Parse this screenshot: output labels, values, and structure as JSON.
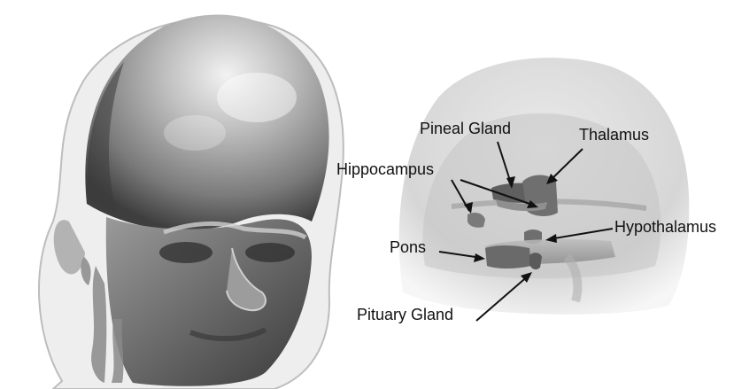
{
  "labels": {
    "pineal_gland": "Pineal Gland",
    "thalamus": "Thalamus",
    "hippocampus": "Hippocampus",
    "hypothalamus": "Hypothalamus",
    "pons": "Pons",
    "pituary_gland": "Pituary Gland"
  },
  "colors": {
    "background": "#ffffff",
    "skin_light": "#d8d8d8",
    "skin_dark": "#4a4a4a",
    "structure": "#7d7d7d",
    "label_text": "#111111"
  }
}
